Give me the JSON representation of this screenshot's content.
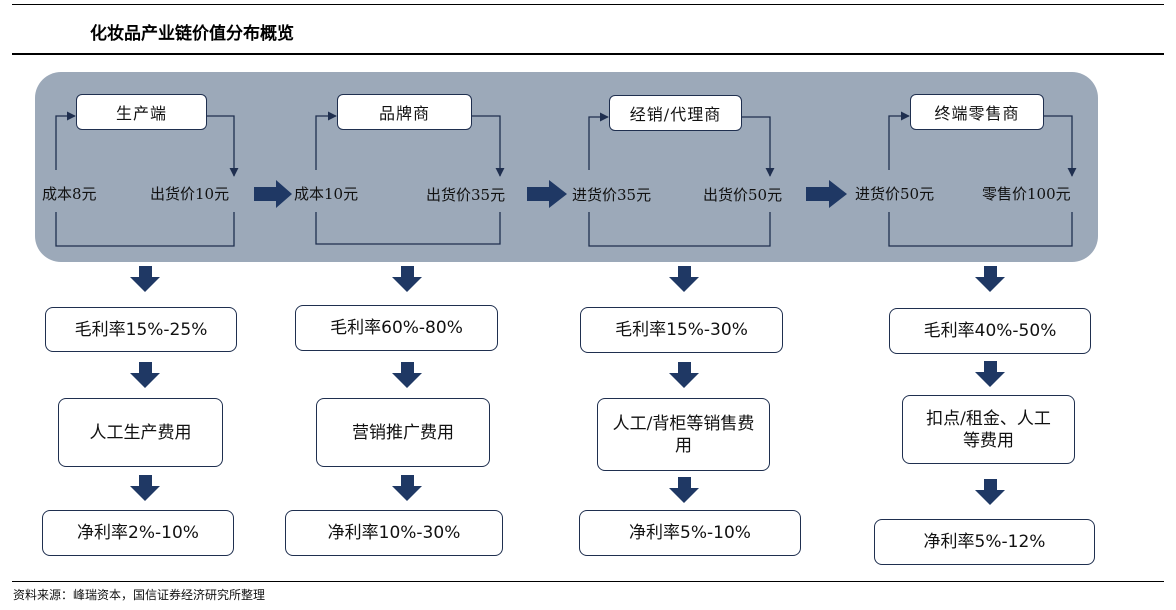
{
  "title": "化妆品产业链价值分布概览",
  "stages": [
    {
      "name": "生产端",
      "in_label": "成本8元",
      "out_label": "出货价10元",
      "gross_margin": "毛利率15%-25%",
      "expense": "人工生产费用",
      "net_margin": "净利率2%-10%"
    },
    {
      "name": "品牌商",
      "in_label": "成本10元",
      "out_label": "出货价35元",
      "gross_margin": "毛利率60%-80%",
      "expense": "营销推广费用",
      "net_margin": "净利率10%-30%"
    },
    {
      "name": "经销/代理商",
      "in_label": "进货价35元",
      "out_label": "出货价50元",
      "gross_margin": "毛利率15%-30%",
      "expense": "人工/背柜等销售费用",
      "net_margin": "净利率5%-10%"
    },
    {
      "name": "终端零售商",
      "in_label": "进货价50元",
      "out_label": "零售价100元",
      "gross_margin": "毛利率40%-50%",
      "expense": "扣点/租金、人工等费用",
      "net_margin": "净利率5%-12%"
    }
  ],
  "source": "资料来源：峰瑞资本，国信证券经济研究所整理",
  "colors": {
    "panel": "#9ca9b9",
    "arrow": "#1f3864",
    "border": "#1f2f4f"
  }
}
